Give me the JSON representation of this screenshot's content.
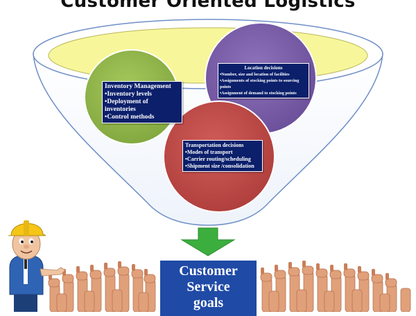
{
  "title": "Customer Oriented Logistics",
  "colors": {
    "funnel_outline": "#6f8fc7",
    "funnel_fill": "#f6f9fd",
    "funnel_top": "#f8f69a",
    "inventory_circle": "#8fb548",
    "location_circle": "#7a5ea8",
    "transport_circle": "#c04a48",
    "label_box": "#0b1f6b",
    "arrow": "#3cae3e",
    "customer_service_box": "#1f4aa6"
  },
  "inventory": {
    "heading": "Inventory Management",
    "items": [
      "Inventory levels",
      "Deployment of inventories",
      "Control methods"
    ]
  },
  "location": {
    "heading": "Location decisions",
    "items": [
      "Number, size and location of facilities",
      "Assignments of stocking points to sourcing points",
      "Assignment of demand to stocking points"
    ]
  },
  "transportation": {
    "heading": "Transportation decisions",
    "items": [
      "Modes of transport",
      "Carrier routing/scheduling",
      "Shipment size /consolidation"
    ]
  },
  "goal": {
    "lines": [
      "Customer",
      "Service",
      "goals"
    ]
  },
  "illustrations": {
    "worker": "construction-worker-icon",
    "crowd": "thumbs-up-hands-icon",
    "arrow": "down-arrow-icon"
  }
}
